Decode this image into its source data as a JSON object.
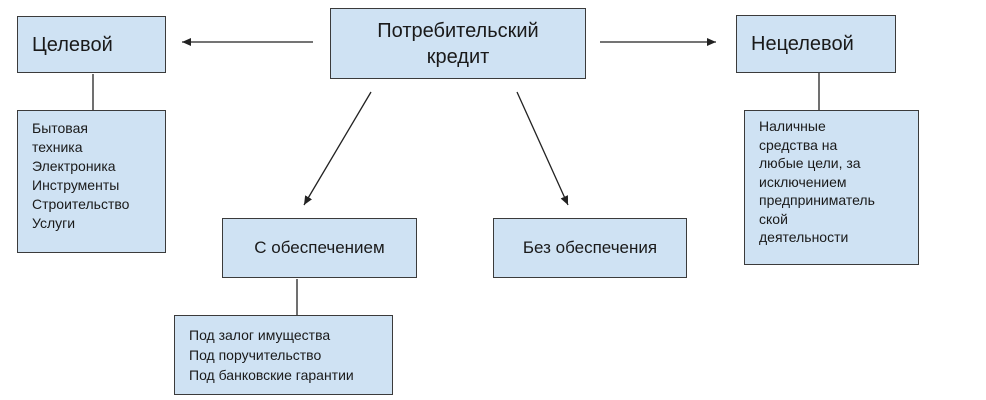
{
  "root": {
    "title": "Потребительский кредит"
  },
  "targeted": {
    "title": "Целевой",
    "items": [
      "Бытовая",
      "техника",
      "Электроника",
      "Инструменты",
      "Строительство",
      "Услуги"
    ]
  },
  "non_targeted": {
    "title": "Нецелевой",
    "items": [
      "Наличные",
      "средства на",
      "любые цели, за",
      "исключением",
      "предприниматель",
      "ской",
      "деятельности"
    ]
  },
  "secured": {
    "title": "С обеспечением",
    "items": [
      "Под залог имущества",
      "Под поручительство",
      "Под банковские гарантии"
    ]
  },
  "unsecured": {
    "title": "Без обеспечения"
  }
}
